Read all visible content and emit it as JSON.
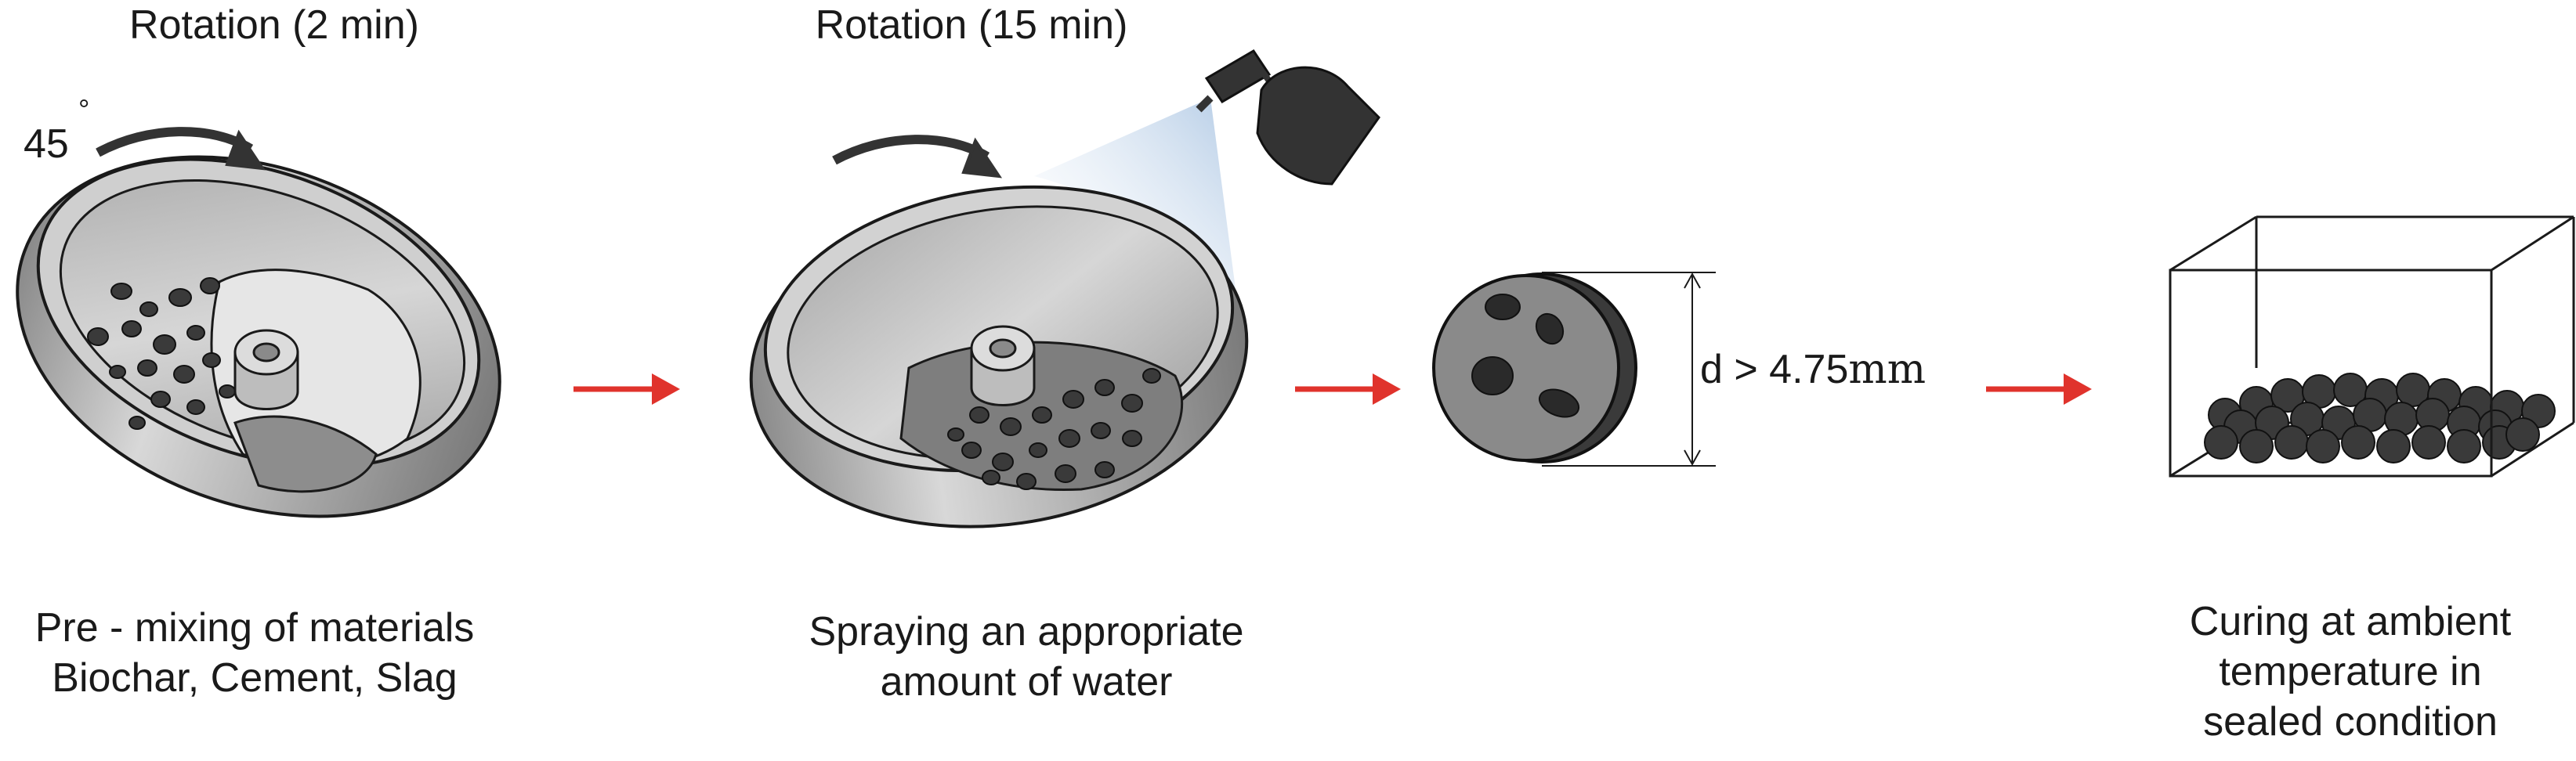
{
  "step1": {
    "rotation": "Rotation (2 min)",
    "angle_value": "45",
    "angle_unit": "°",
    "caption_line1": "Pre - mixing of materials",
    "caption_line2": "Biochar, Cement, Slag"
  },
  "step2": {
    "rotation": "Rotation (15 min)",
    "caption_line1": "Spraying an appropriate",
    "caption_line2": "amount of water"
  },
  "step3": {
    "dimension_prefix": "d > 4.75",
    "dimension_unit": "mm"
  },
  "step4": {
    "caption_line1": "Curing at ambient",
    "caption_line2": "temperature in",
    "caption_line3": "sealed condition"
  },
  "colors": {
    "arrow": "#e0332c",
    "pan": "#b9b9b9",
    "pan_dark": "#7c7c7c",
    "particle": "#3a3a3a",
    "spray": "#bcd3ea",
    "outline": "#1a1a1a"
  }
}
